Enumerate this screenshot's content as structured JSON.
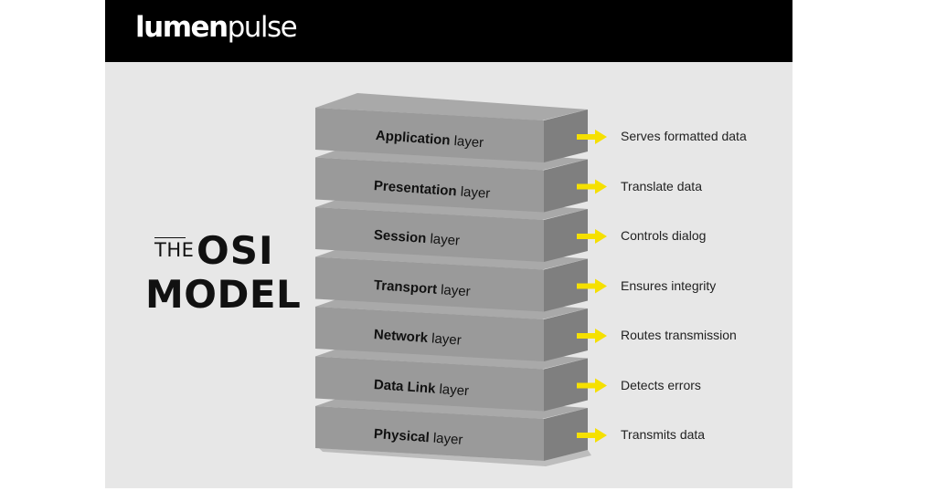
{
  "brand": {
    "logo_bold": "lumen",
    "logo_rest": "pulse"
  },
  "title": {
    "the": "THE",
    "osi": "OSI",
    "model": "MODEL"
  },
  "arrow_color": "#f5e000",
  "layers": [
    {
      "name": "Application",
      "suffix": "layer",
      "description": "Serves formatted data"
    },
    {
      "name": "Presentation",
      "suffix": "layer",
      "description": "Translate data"
    },
    {
      "name": "Session",
      "suffix": "layer",
      "description": "Controls dialog"
    },
    {
      "name": "Transport",
      "suffix": "layer",
      "description": "Ensures integrity"
    },
    {
      "name": "Network",
      "suffix": "layer",
      "description": "Routes transmission"
    },
    {
      "name": "Data Link",
      "suffix": "layer",
      "description": "Detects errors"
    },
    {
      "name": "Physical",
      "suffix": "layer",
      "description": "Transmits data"
    }
  ]
}
